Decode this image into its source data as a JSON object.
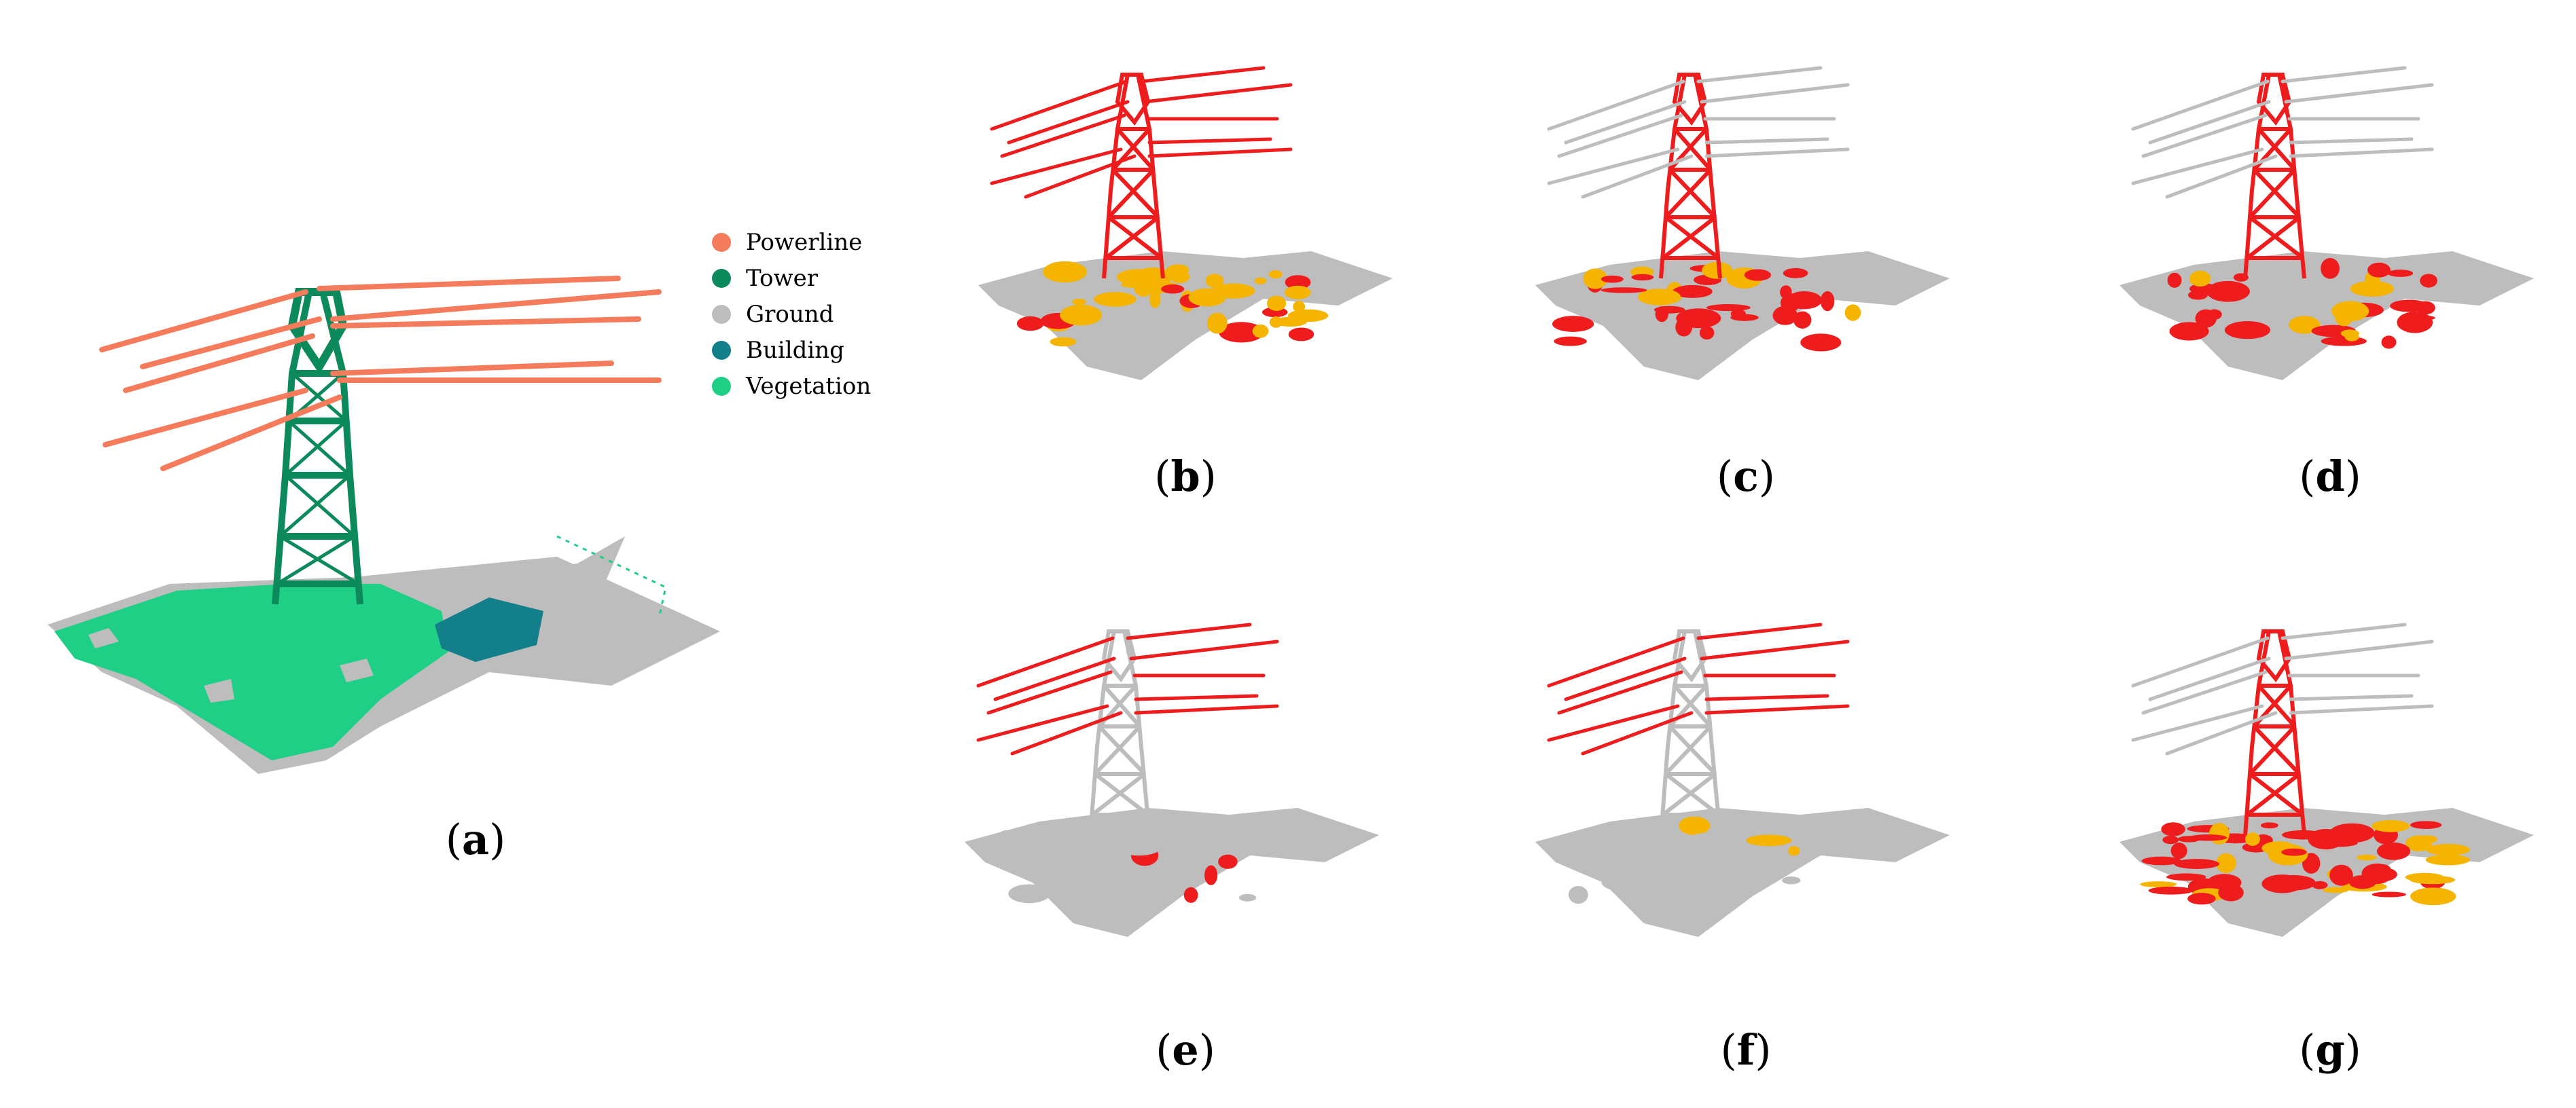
{
  "legend": [
    {
      "label": "Powerline",
      "color": "#f47c5c"
    },
    {
      "label": "Tower",
      "color": "#0d8a5b"
    },
    {
      "label": "Ground",
      "color": "#bdbdbd"
    },
    {
      "label": "Building",
      "color": "#137f8a"
    },
    {
      "label": "Vegetation",
      "color": "#1fcf86"
    }
  ],
  "panels": [
    {
      "id": "a",
      "caption_open": "(",
      "caption_letter": "a",
      "caption_close": ")"
    },
    {
      "id": "b",
      "caption_open": "(",
      "caption_letter": "b",
      "caption_close": ")"
    },
    {
      "id": "c",
      "caption_open": "(",
      "caption_letter": "c",
      "caption_close": ")"
    },
    {
      "id": "d",
      "caption_open": "(",
      "caption_letter": "d",
      "caption_close": ")"
    },
    {
      "id": "e",
      "caption_open": "(",
      "caption_letter": "e",
      "caption_close": ")"
    },
    {
      "id": "f",
      "caption_open": "(",
      "caption_letter": "f",
      "caption_close": ")"
    },
    {
      "id": "g",
      "caption_open": "(",
      "caption_letter": "g",
      "caption_close": ")"
    }
  ],
  "colors": {
    "correct": "#bdbdbd",
    "error": "#ee1c1c",
    "partial": "#f5b400"
  }
}
